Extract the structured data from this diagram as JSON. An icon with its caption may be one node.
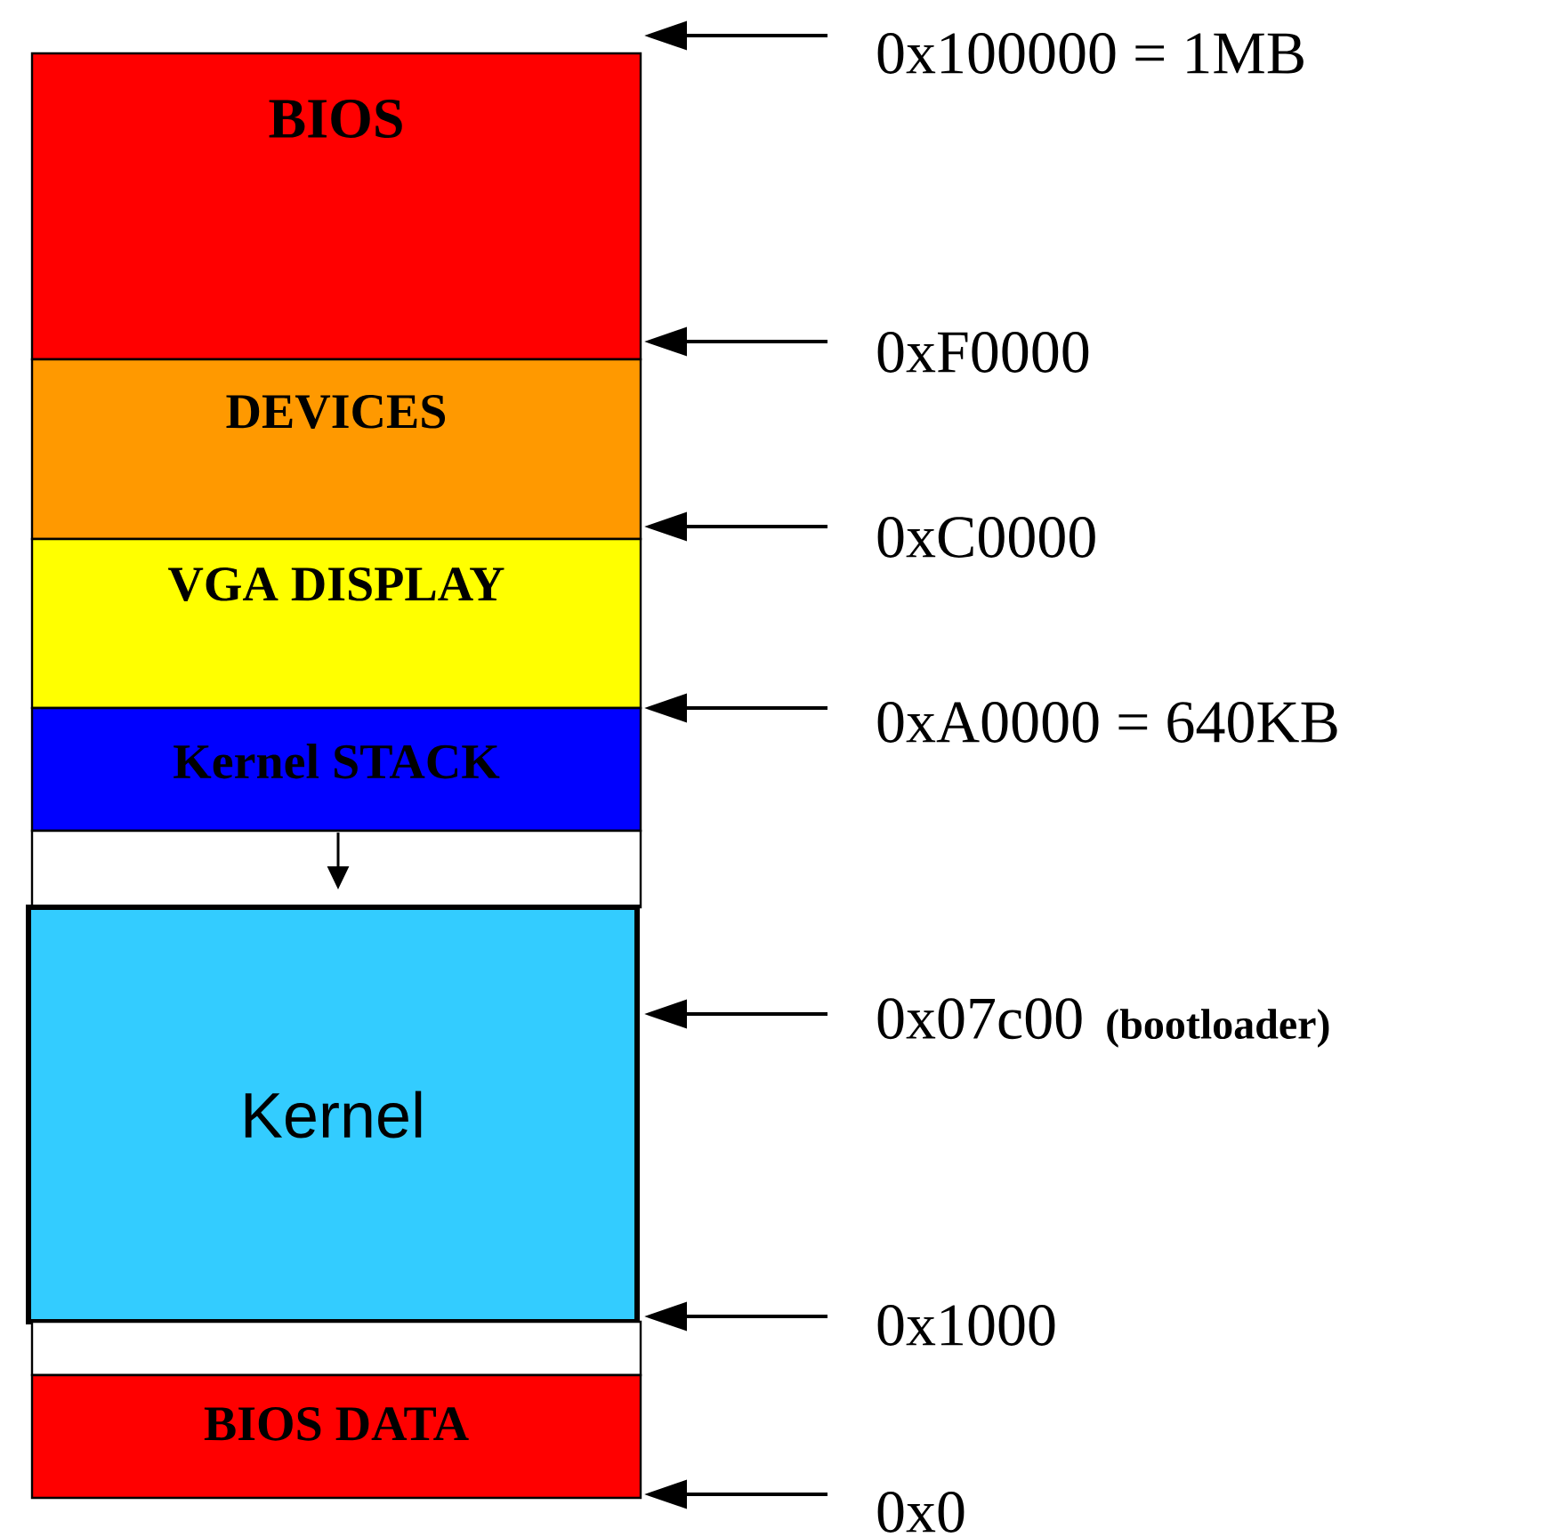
{
  "diagram": {
    "nodes": [
      {
        "text": [
          "BIOS"
        ]
      },
      {
        "text": [
          "DEVICES"
        ]
      },
      {
        "text": [
          "VGA DISPLAY"
        ]
      },
      {
        "text": [
          "Kernel STACK"
        ]
      },
      {
        "text": [],
        "shape": "box"
      },
      {
        "text": [
          "Kernel"
        ]
      },
      {
        "text": [],
        "shape": "box"
      },
      {
        "text": [
          "BIOS DATA"
        ]
      },
      {
        "text": [
          "0x100000 = 1MB"
        ]
      },
      {
        "text": [
          "0xF0000"
        ]
      },
      {
        "text": [
          "0xC0000"
        ]
      },
      {
        "text": [
          "0xA0000 = 640KB"
        ]
      },
      {
        "text": [
          "0x07c00",
          "(bootloader)"
        ]
      },
      {
        "text": [
          "0x1000"
        ]
      },
      {
        "text": [
          "0x0"
        ]
      }
    ],
    "edges": [
      {
        "from": 8,
        "to": 0,
        "arrow": "to"
      },
      {
        "from": 9,
        "to": 0,
        "arrow": "to"
      },
      {
        "from": 10,
        "to": 1,
        "arrow": "to"
      },
      {
        "from": 11,
        "to": 3,
        "arrow": "to"
      },
      {
        "from": 12,
        "to": 5,
        "arrow": "to"
      },
      {
        "from": 13,
        "to": 6,
        "arrow": "to"
      },
      {
        "from": 14,
        "to": 7,
        "arrow": "to"
      }
    ]
  }
}
